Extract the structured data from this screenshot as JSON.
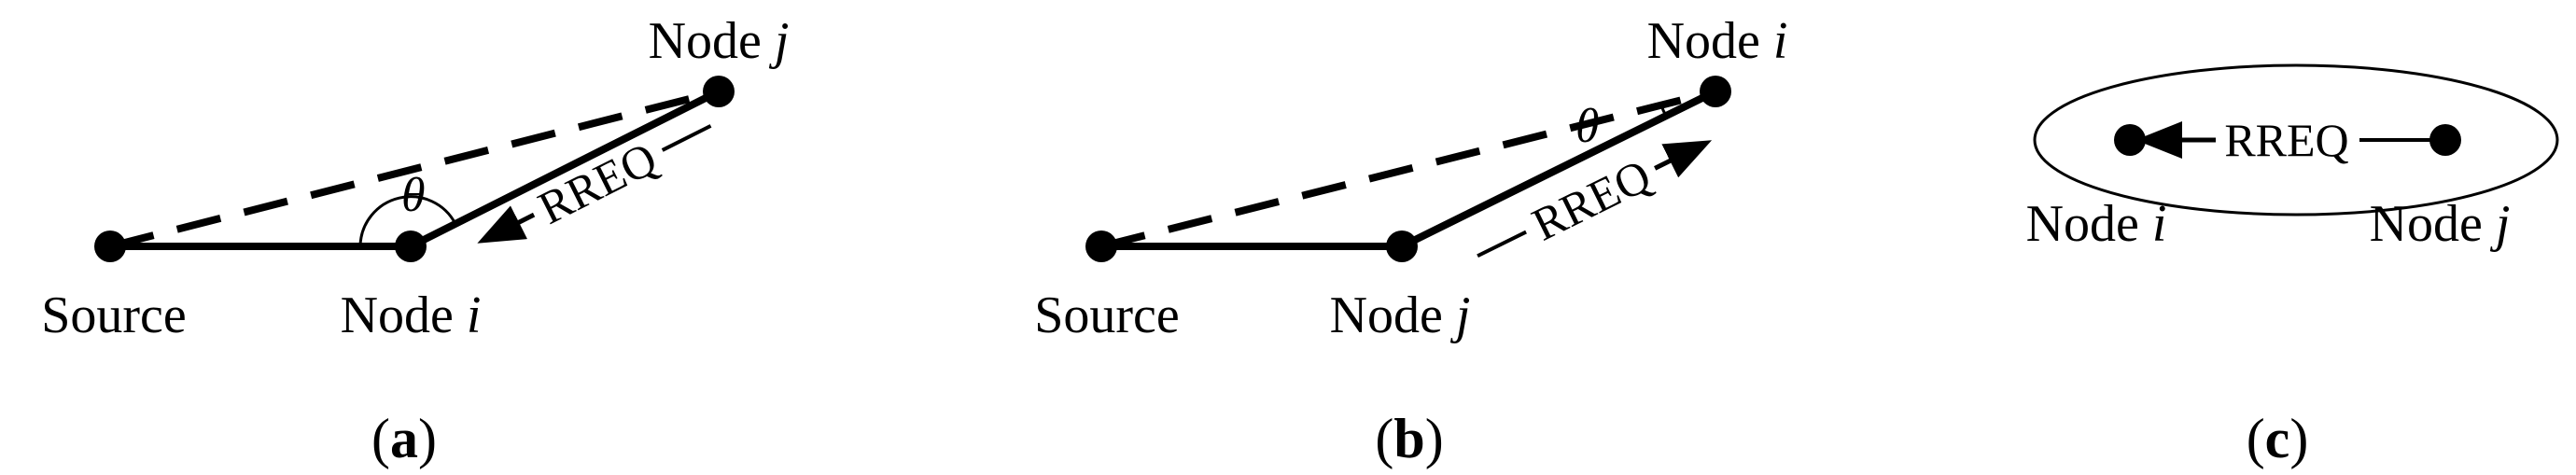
{
  "panels": {
    "a": {
      "caption_open": "(",
      "caption_letter": "a",
      "caption_close": ")",
      "source_label": "Source",
      "near_node_label": "Node ",
      "near_node_id": "i",
      "far_node_label": "Node ",
      "far_node_id": "j",
      "angle_symbol": "θ",
      "message": "RREQ"
    },
    "b": {
      "caption_open": "(",
      "caption_letter": "b",
      "caption_close": ")",
      "source_label": "Source",
      "near_node_label": "Node ",
      "near_node_id": "j",
      "far_node_label": "Node ",
      "far_node_id": "i",
      "angle_symbol": "θ",
      "message": "RREQ"
    },
    "c": {
      "caption_open": "(",
      "caption_letter": "c",
      "caption_close": ")",
      "left_node_label": "Node ",
      "left_node_id": "i",
      "right_node_label": "Node ",
      "right_node_id": "j",
      "message": "RREQ"
    }
  },
  "colors": {
    "ink": "#000000",
    "background": "#ffffff"
  }
}
